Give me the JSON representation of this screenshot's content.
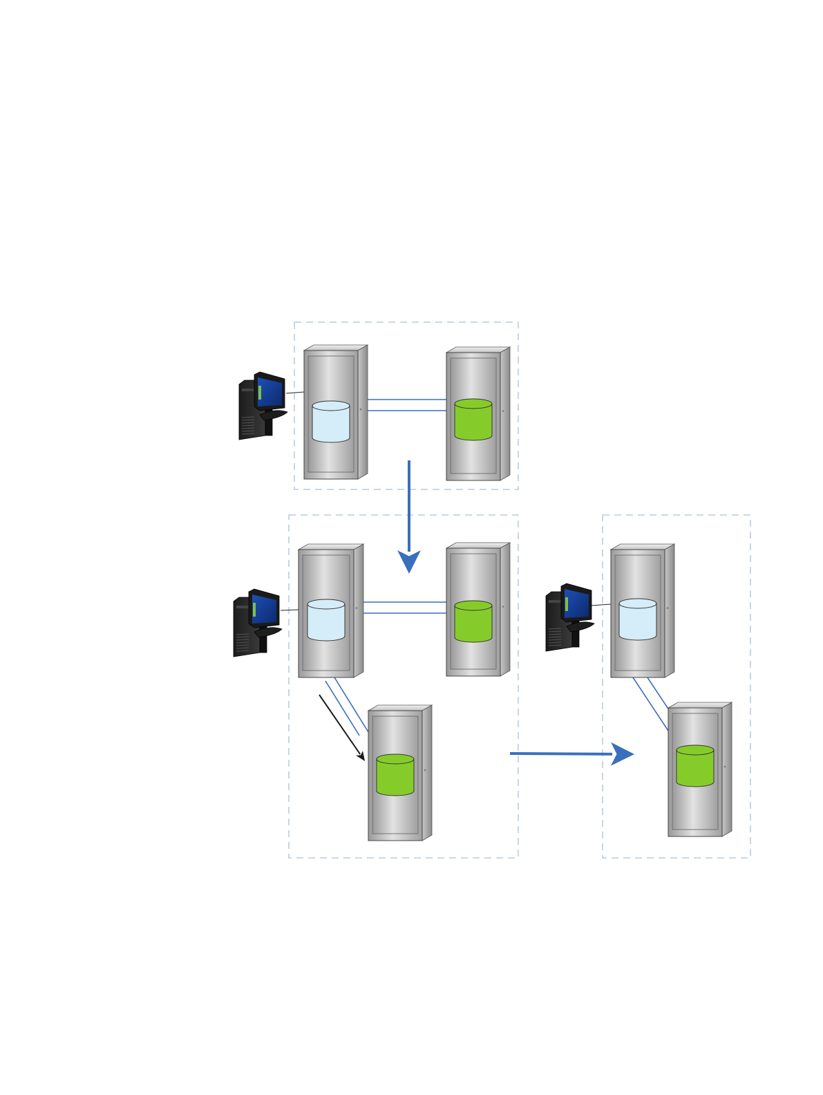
{
  "page": {
    "background": "#ffffff"
  },
  "colors": {
    "group_border": "#a9c0dc",
    "link_line": "#3a6fbd",
    "flow_arrow": "#3a6fbd",
    "black_arrow": "#1a1a1a",
    "primary_volume": "#d4edf8",
    "replica_volume": "#85cc2a",
    "cabinet_light": "#d8d8d8",
    "cabinet_dark": "#8e8e8e"
  },
  "diagram": {
    "groups": [
      {
        "name": "group-top",
        "type": "dashed-boundary"
      },
      {
        "name": "group-bottom-left",
        "type": "dashed-boundary"
      },
      {
        "name": "group-bottom-right",
        "type": "dashed-boundary"
      }
    ],
    "nodes": [
      {
        "name": "host-top",
        "icon": "workstation-icon"
      },
      {
        "name": "array-top-primary",
        "icon": "storage-cabinet-icon",
        "volume": "primary"
      },
      {
        "name": "array-top-replica",
        "icon": "storage-cabinet-icon",
        "volume": "replica"
      },
      {
        "name": "host-bottom-left",
        "icon": "workstation-icon"
      },
      {
        "name": "array-bl-primary",
        "icon": "storage-cabinet-icon",
        "volume": "primary"
      },
      {
        "name": "array-bl-replica-right",
        "icon": "storage-cabinet-icon",
        "volume": "replica"
      },
      {
        "name": "array-bl-replica-lower",
        "icon": "storage-cabinet-icon",
        "volume": "replica"
      },
      {
        "name": "host-bottom-right",
        "icon": "workstation-icon"
      },
      {
        "name": "array-br-primary",
        "icon": "storage-cabinet-icon",
        "volume": "primary"
      },
      {
        "name": "array-br-replica",
        "icon": "storage-cabinet-icon",
        "volume": "replica"
      }
    ],
    "edges": [
      {
        "from": "host-top",
        "to": "array-top-primary",
        "style": "thin-black"
      },
      {
        "from": "array-top-primary",
        "to": "array-top-replica",
        "style": "double-blue"
      },
      {
        "from": "host-bottom-left",
        "to": "array-bl-primary",
        "style": "thin-black"
      },
      {
        "from": "array-bl-primary",
        "to": "array-bl-replica-right",
        "style": "double-blue"
      },
      {
        "from": "array-bl-primary",
        "to": "array-bl-replica-lower",
        "style": "double-blue"
      },
      {
        "from": "host-bottom-right",
        "to": "array-br-primary",
        "style": "thin-black"
      },
      {
        "from": "array-br-primary",
        "to": "array-br-replica",
        "style": "double-blue"
      }
    ],
    "arrows": [
      {
        "name": "flow-arrow-down",
        "from": "group-top",
        "to": "group-bottom-left"
      },
      {
        "name": "flow-arrow-right",
        "from": "group-bottom-left",
        "to": "group-bottom-right"
      },
      {
        "name": "copy-arrow",
        "from": "array-bl-primary",
        "to": "array-bl-replica-lower"
      }
    ]
  }
}
